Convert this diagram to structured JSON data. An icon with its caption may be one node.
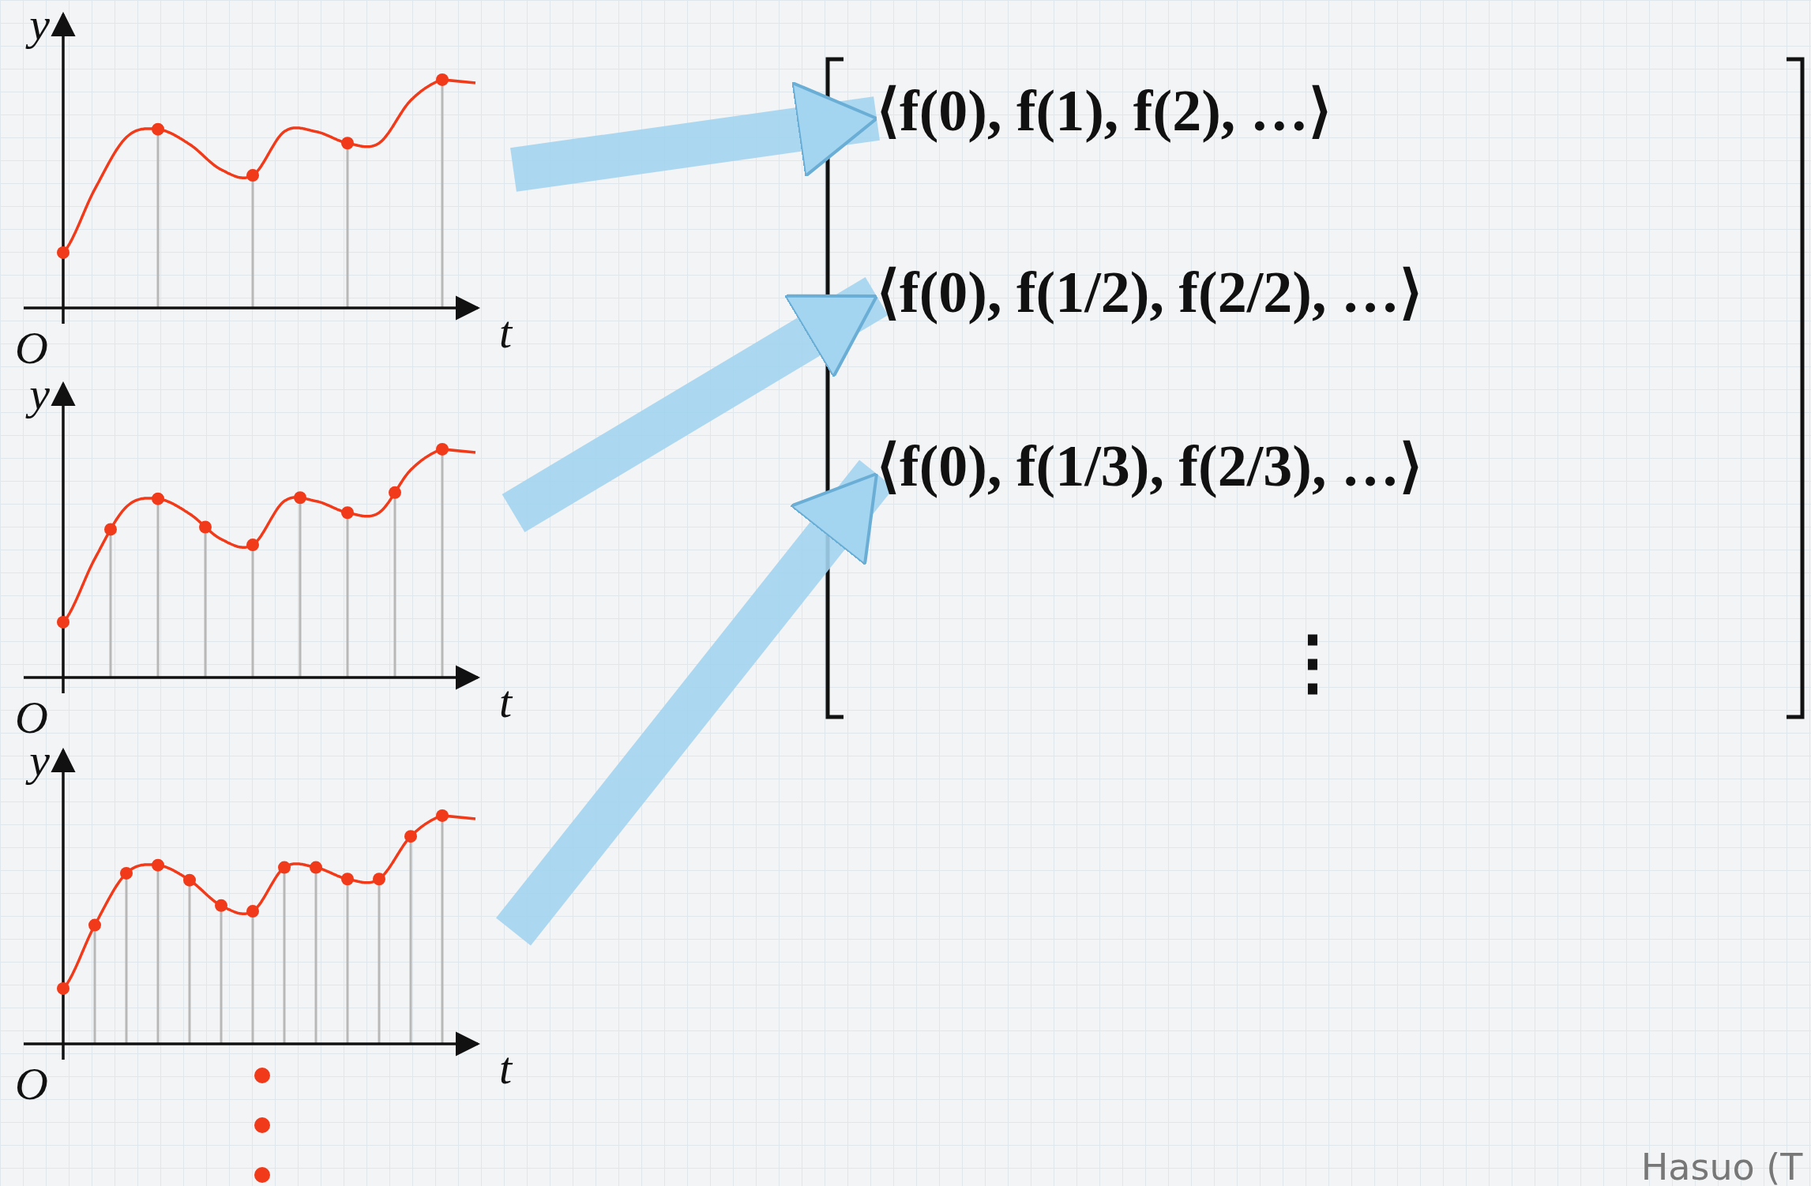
{
  "diagram": {
    "nodes": [
      {
        "text": [],
        "shape": "picture"
      },
      {
        "text": [],
        "shape": "picture"
      },
      {
        "text": [],
        "shape": "picture"
      },
      {
        "text": [
          "⟨f(0), f(1), f(2), …⟩"
        ]
      },
      {
        "text": [
          "⟨f(0), f(1/2), f(2/2), …⟩"
        ]
      },
      {
        "text": [
          "⟨f(0), f(1/3), f(2/3), …⟩"
        ]
      }
    ],
    "edges": [
      {
        "from": 0,
        "to": 3,
        "arrow": "to"
      },
      {
        "from": 1,
        "to": 4,
        "arrow": "to"
      },
      {
        "from": 2,
        "to": 5,
        "arrow": "to"
      }
    ],
    "labels": [
      "y",
      "t",
      "O",
      "y",
      "t",
      "O",
      "y",
      "t",
      "O",
      "⋮",
      "Hasuo (T"
    ]
  }
}
